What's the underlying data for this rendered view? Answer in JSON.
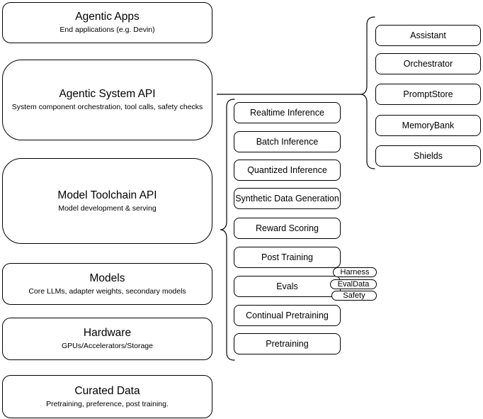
{
  "colors": {
    "stroke": "#000000",
    "fill": "#ffffff",
    "text": "#000000",
    "canvas": "#ffffff"
  },
  "stack": {
    "agentic_apps": {
      "title": "Agentic Apps",
      "subtitle": "End applications (e.g. Devin)"
    },
    "agentic_system_api": {
      "title": "Agentic System API",
      "subtitle": "System component orchestration, tool calls, safety checks"
    },
    "model_toolchain_api": {
      "title": "Model Toolchain API",
      "subtitle": "Model development & serving"
    },
    "models": {
      "title": "Models",
      "subtitle": "Core LLMs, adapter weights, secondary models"
    },
    "hardware": {
      "title": "Hardware",
      "subtitle": "GPUs/Accelerators/Storage"
    },
    "curated_data": {
      "title": "Curated Data",
      "subtitle": "Pretraining, preference, post training."
    }
  },
  "toolchain": {
    "realtime_inference": "Realtime Inference",
    "batch_inference": "Batch Inference",
    "quantized_inference": "Quantized Inference",
    "synthetic_data_generation": "Synthetic Data Generation",
    "reward_scoring": "Reward Scoring",
    "post_training": "Post Training",
    "evals": "Evals",
    "continual_pretraining": "Continual Pretraining",
    "pretraining": "Pretraining"
  },
  "eval_tags": {
    "harness": "Harness",
    "evaldata": "EvalData",
    "safety": "Safety"
  },
  "system_components": {
    "assistant": "Assistant",
    "orchestrator": "Orchestrator",
    "promptstore": "PromptStore",
    "memorybank": "MemoryBank",
    "shields": "Shields"
  }
}
